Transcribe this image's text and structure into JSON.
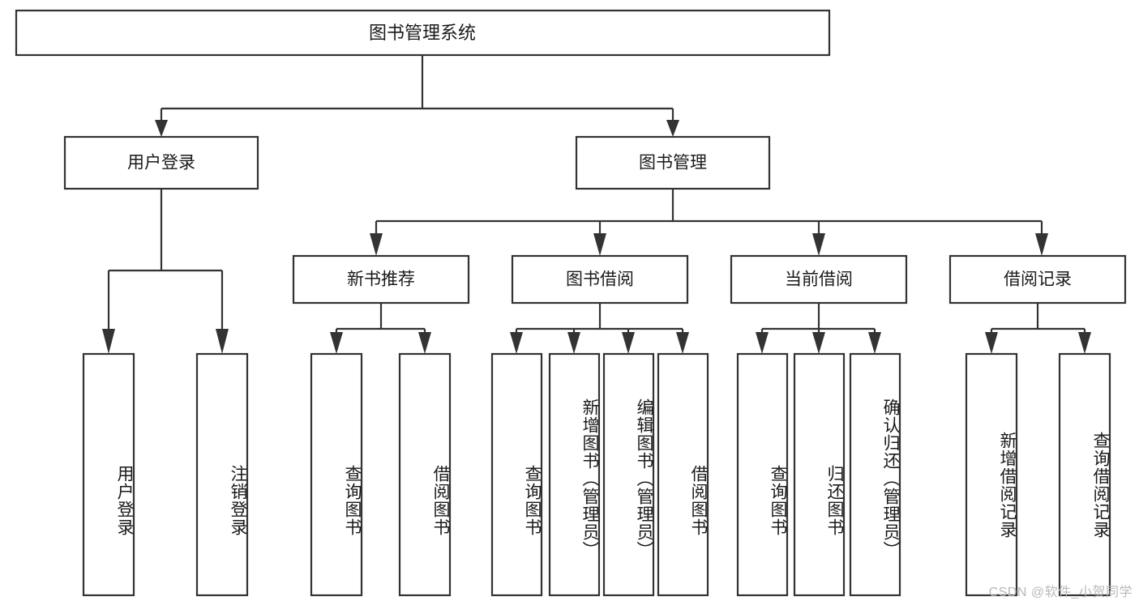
{
  "diagram": {
    "type": "tree-hierarchy",
    "title_node": {
      "label": "图书管理系统"
    },
    "level2": [
      {
        "label": "用户登录"
      },
      {
        "label": "图书管理"
      }
    ],
    "level3": [
      {
        "label": "新书推荐"
      },
      {
        "label": "图书借阅"
      },
      {
        "label": "当前借阅"
      },
      {
        "label": "借阅记录"
      }
    ],
    "leaves": {
      "user_login": [
        {
          "label": "用户登录"
        },
        {
          "label": "注销登录"
        }
      ],
      "new_book_recommend": [
        {
          "label": "查询图书"
        },
        {
          "label": "借阅图书"
        }
      ],
      "book_borrow": [
        {
          "label": "查询图书"
        },
        {
          "label": "新增图书（管理员）"
        },
        {
          "label": "编辑图书（管理员）"
        },
        {
          "label": "借阅图书"
        }
      ],
      "current_borrow": [
        {
          "label": "查询图书"
        },
        {
          "label": "归还图书"
        },
        {
          "label": "确认归还（管理员）"
        }
      ],
      "borrow_records": [
        {
          "label": "新增借阅记录"
        },
        {
          "label": "查询借阅记录"
        }
      ]
    }
  },
  "watermark": {
    "text": "CSDN @软件_小贺同学"
  },
  "colors": {
    "stroke": "#333333",
    "box_fill": "#ffffff",
    "text": "#1a1a1a",
    "watermark": "#b9b9b9",
    "background": "#ffffff"
  }
}
